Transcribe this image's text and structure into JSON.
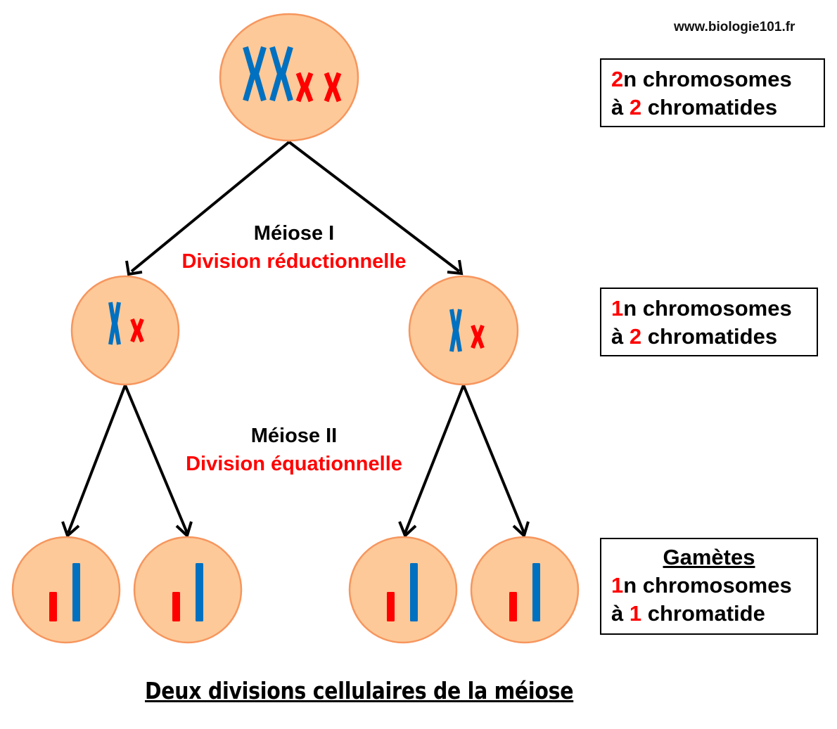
{
  "website": "www.biologie101.fr",
  "title": "Deux divisions cellulaires de la méiose",
  "colors": {
    "cell_fill": "#fdc998",
    "cell_stroke": "#f6965e",
    "maternal_chromosome": "#0070c0",
    "paternal_chromosome": "#ff0000",
    "highlight_text": "#ff0000",
    "arrow": "#000000"
  },
  "stages": {
    "meiosis1": {
      "name": "Méiose I",
      "type": "Division réductionnelle"
    },
    "meiosis2": {
      "name": "Méiose II",
      "type": "Division équationnelle"
    }
  },
  "info_boxes": [
    {
      "heading": "",
      "ploidy_value": "2",
      "ploidy_suffix": "n chromosomes",
      "chromatid_prefix": "à ",
      "chromatid_value": "2",
      "chromatid_suffix": " chromatides"
    },
    {
      "heading": "",
      "ploidy_value": "1",
      "ploidy_suffix": "n chromosomes",
      "chromatid_prefix": "à ",
      "chromatid_value": "2",
      "chromatid_suffix": " chromatides"
    },
    {
      "heading": "Gamètes",
      "ploidy_value": "1",
      "ploidy_suffix": "n chromosomes",
      "chromatid_prefix": "à ",
      "chromatid_value": "1",
      "chromatid_suffix": " chromatide"
    }
  ],
  "cells": {
    "mother": {
      "chromosomes": [
        "blue-large-x",
        "blue-large-x",
        "red-small-x",
        "red-small-x"
      ]
    },
    "meiosis1_daughters": [
      {
        "chromosomes": [
          "blue-large-x",
          "red-small-x"
        ]
      },
      {
        "chromosomes": [
          "blue-large-x",
          "red-small-x"
        ]
      }
    ],
    "gametes": [
      {
        "chromosomes": [
          "red-short-chromatid",
          "blue-long-chromatid"
        ]
      },
      {
        "chromosomes": [
          "red-short-chromatid",
          "blue-long-chromatid"
        ]
      },
      {
        "chromosomes": [
          "red-short-chromatid",
          "blue-long-chromatid"
        ]
      },
      {
        "chromosomes": [
          "red-short-chromatid",
          "blue-long-chromatid"
        ]
      }
    ]
  }
}
